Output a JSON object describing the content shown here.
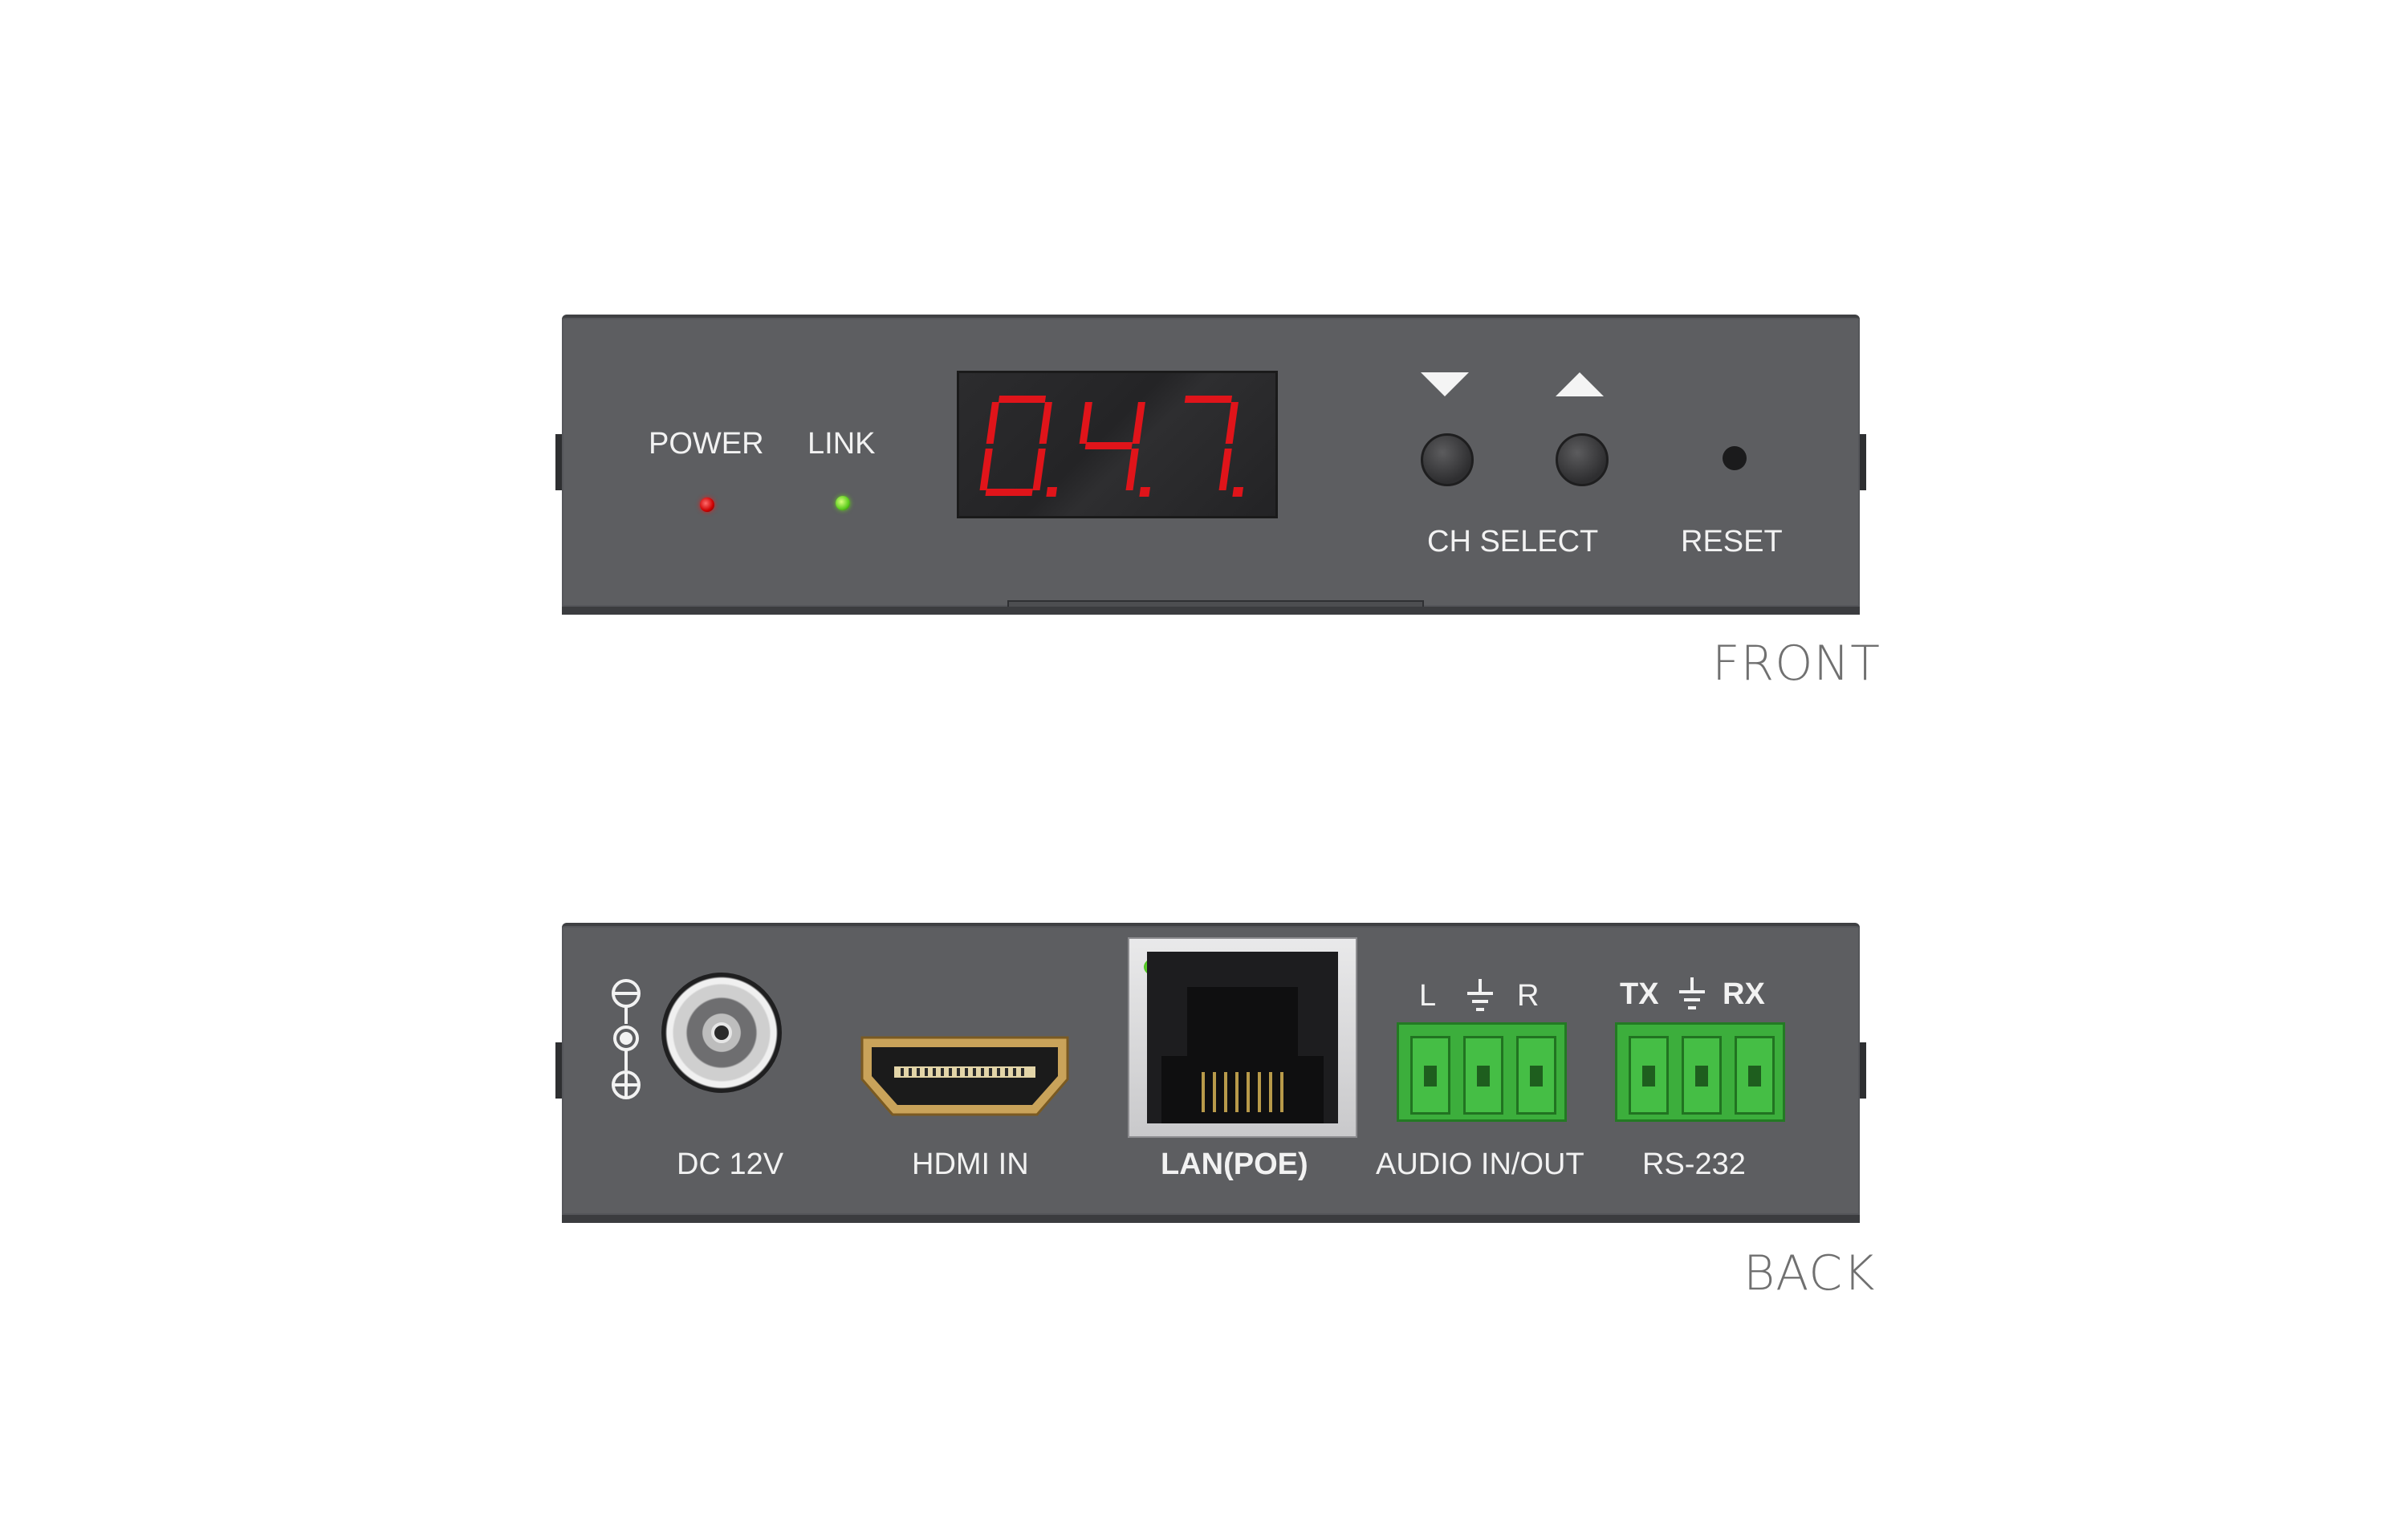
{
  "front": {
    "caption": "FRONT",
    "power_label": "POWER",
    "link_label": "LINK",
    "display_value": "0.4.7.",
    "ch_select_label": "CH SELECT",
    "reset_label": "RESET",
    "power_led_color": "#d62222",
    "link_led_color": "#66cc22",
    "display_digit_color": "#e0141a"
  },
  "back": {
    "caption": "BACK",
    "dc_label": "DC 12V",
    "hdmi_label": "HDMI IN",
    "lan_label": "LAN(POE)",
    "audio_label": "AUDIO IN/OUT",
    "audio_pins": [
      "L",
      "R"
    ],
    "rs232_label": "RS-232",
    "rs232_pins": [
      "TX",
      "RX"
    ],
    "terminal_color": "#3cae3c"
  }
}
